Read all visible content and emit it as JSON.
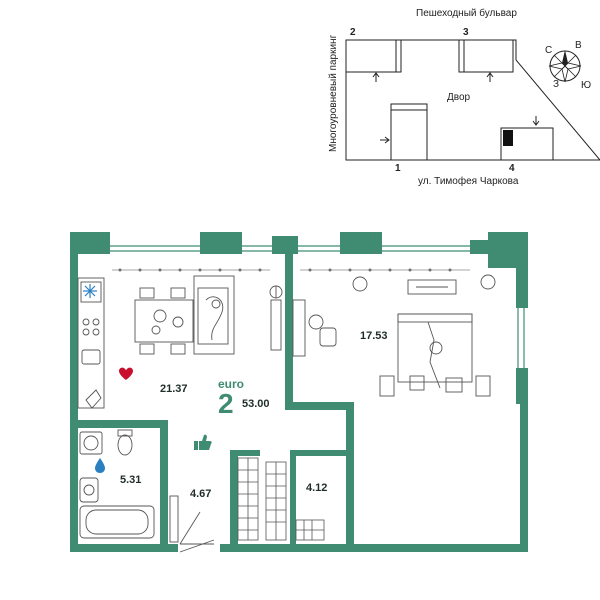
{
  "site": {
    "street_top": "Пешеходный бульвар",
    "parking_label": "Многоуровневый паркинг",
    "yard_label": "Двор",
    "street_bottom": "ул. Тимофея Чаркова",
    "section_numbers": [
      "1",
      "2",
      "3",
      "4"
    ]
  },
  "compass": {
    "north": "С",
    "east": "В",
    "south": "Ю",
    "west": "З"
  },
  "apartment": {
    "type_label": "euro",
    "rooms": "2",
    "total_area": "53.00",
    "room_areas": {
      "living_kitchen": "21.37",
      "bedroom": "17.53",
      "bathroom": "5.31",
      "hall": "4.67",
      "storage": "4.12"
    }
  },
  "colors": {
    "wall": "#3f8c73",
    "accent_heart": "#c8102e",
    "water_drop": "#2a7fc1",
    "snowflake": "#2a7fc1",
    "thumb": "#3f8c73"
  }
}
